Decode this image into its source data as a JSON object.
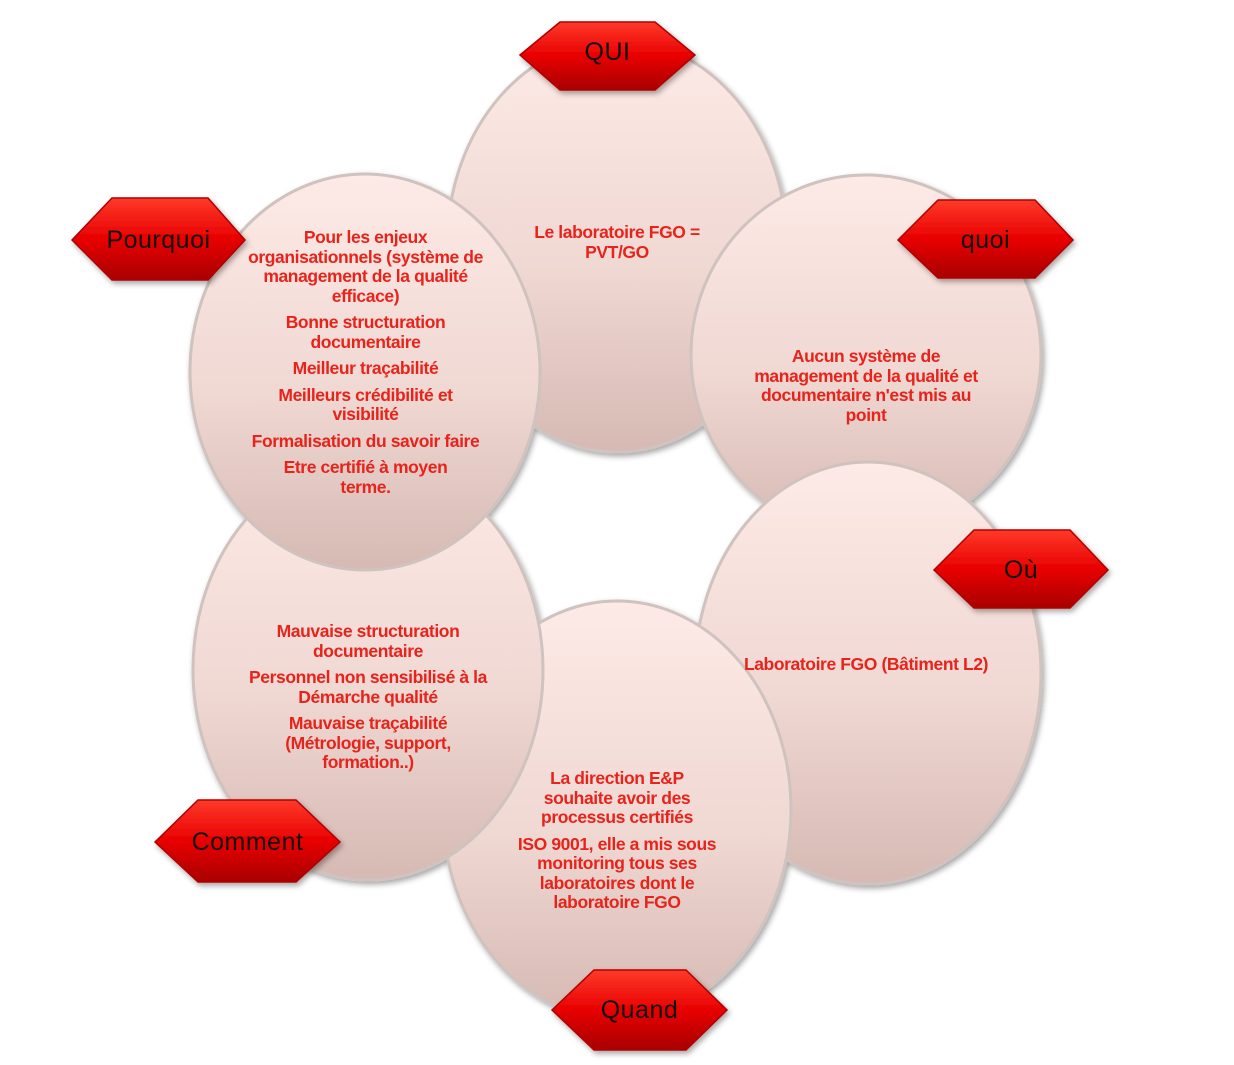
{
  "colors": {
    "text": "#e8231b",
    "hexagon": "#e00000",
    "circle_light": "#fdeae6",
    "circle_dark": "#d9bcb6"
  },
  "nodes": {
    "qui": {
      "label": "QUI",
      "paragraphs": [
        "Le laboratoire FGO = PVT/GO"
      ]
    },
    "quoi": {
      "label": "quoi",
      "paragraphs": [
        "Aucun système de management de la qualité et  documentaire n'est mis au point"
      ]
    },
    "ou": {
      "label": "Où",
      "paragraphs": [
        "Laboratoire FGO (Bâtiment L2)"
      ]
    },
    "quand": {
      "label": "Quand",
      "paragraphs": [
        "La direction E&P souhaite avoir des processus certifiés",
        "ISO 9001, elle a mis sous monitoring tous ses laboratoires dont  le laboratoire FGO"
      ]
    },
    "comment": {
      "label": "Comment",
      "paragraphs": [
        "Mauvaise structuration documentaire",
        "Personnel non sensibilisé à la Démarche qualité",
        "Mauvaise traçabilité (Métrologie, support, formation..)"
      ]
    },
    "pourquoi": {
      "label": "Pourquoi",
      "paragraphs": [
        "Pour les enjeux organisationnels (système de management de la qualité efficace)",
        "Bonne structuration documentaire",
        "Meilleur traçabilité",
        "Meilleurs crédibilité et visibilité",
        "Formalisation du savoir faire",
        "Etre certifié à moyen terme."
      ]
    }
  }
}
